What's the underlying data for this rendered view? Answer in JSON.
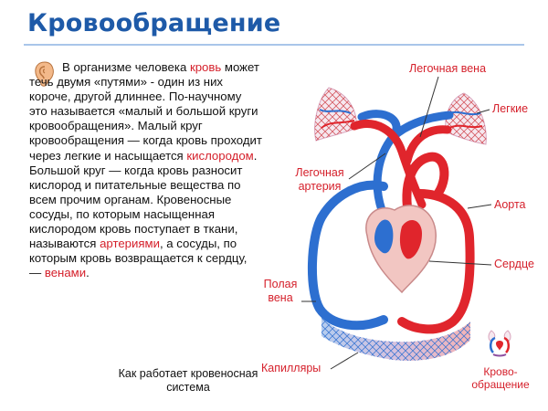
{
  "title": "Кровообращение",
  "text": {
    "p1": "В организме человека ",
    "blood": "кровь",
    "p2": " может течь двумя «путями» - один из них короче, другой длиннее. По-научному это называется «малый и большой круги кровообращения». Малый круг кровообращения — когда кровь проходит через легкие и насыщается ",
    "oxygen": "кислородом",
    "p3": ". Большой круг — когда кровь разносит кислород и питательные вещества по всем прочим органам. Кровеносные сосуды, по которым насыщенная кислородом кровь поступает в ткани, называются ",
    "arteries": "артериями",
    "p4": ", а сосуды, по которым кровь возвращается к сердцу, — ",
    "veins": "венами",
    "p5": "."
  },
  "caption_left": "Как работает кровеносная система",
  "labels": {
    "pulmonary_vein": "Легочная вена",
    "lungs": "Легкие",
    "pulmonary_artery": "Легочная артерия",
    "aorta": "Аорта",
    "heart": "Сердце",
    "vena_cava": "Полая вена",
    "capillaries": "Капилляры"
  },
  "small_caption": "Крово-обращение",
  "colors": {
    "title_blue": "#1e5aa8",
    "label_red": "#d5202b",
    "artery_red": "#e0252c",
    "vein_blue": "#2d6fd0",
    "heart_pink": "#f2c6c2"
  },
  "icons": {
    "ear": "ear-icon",
    "mini": "circulation-mini-icon"
  }
}
